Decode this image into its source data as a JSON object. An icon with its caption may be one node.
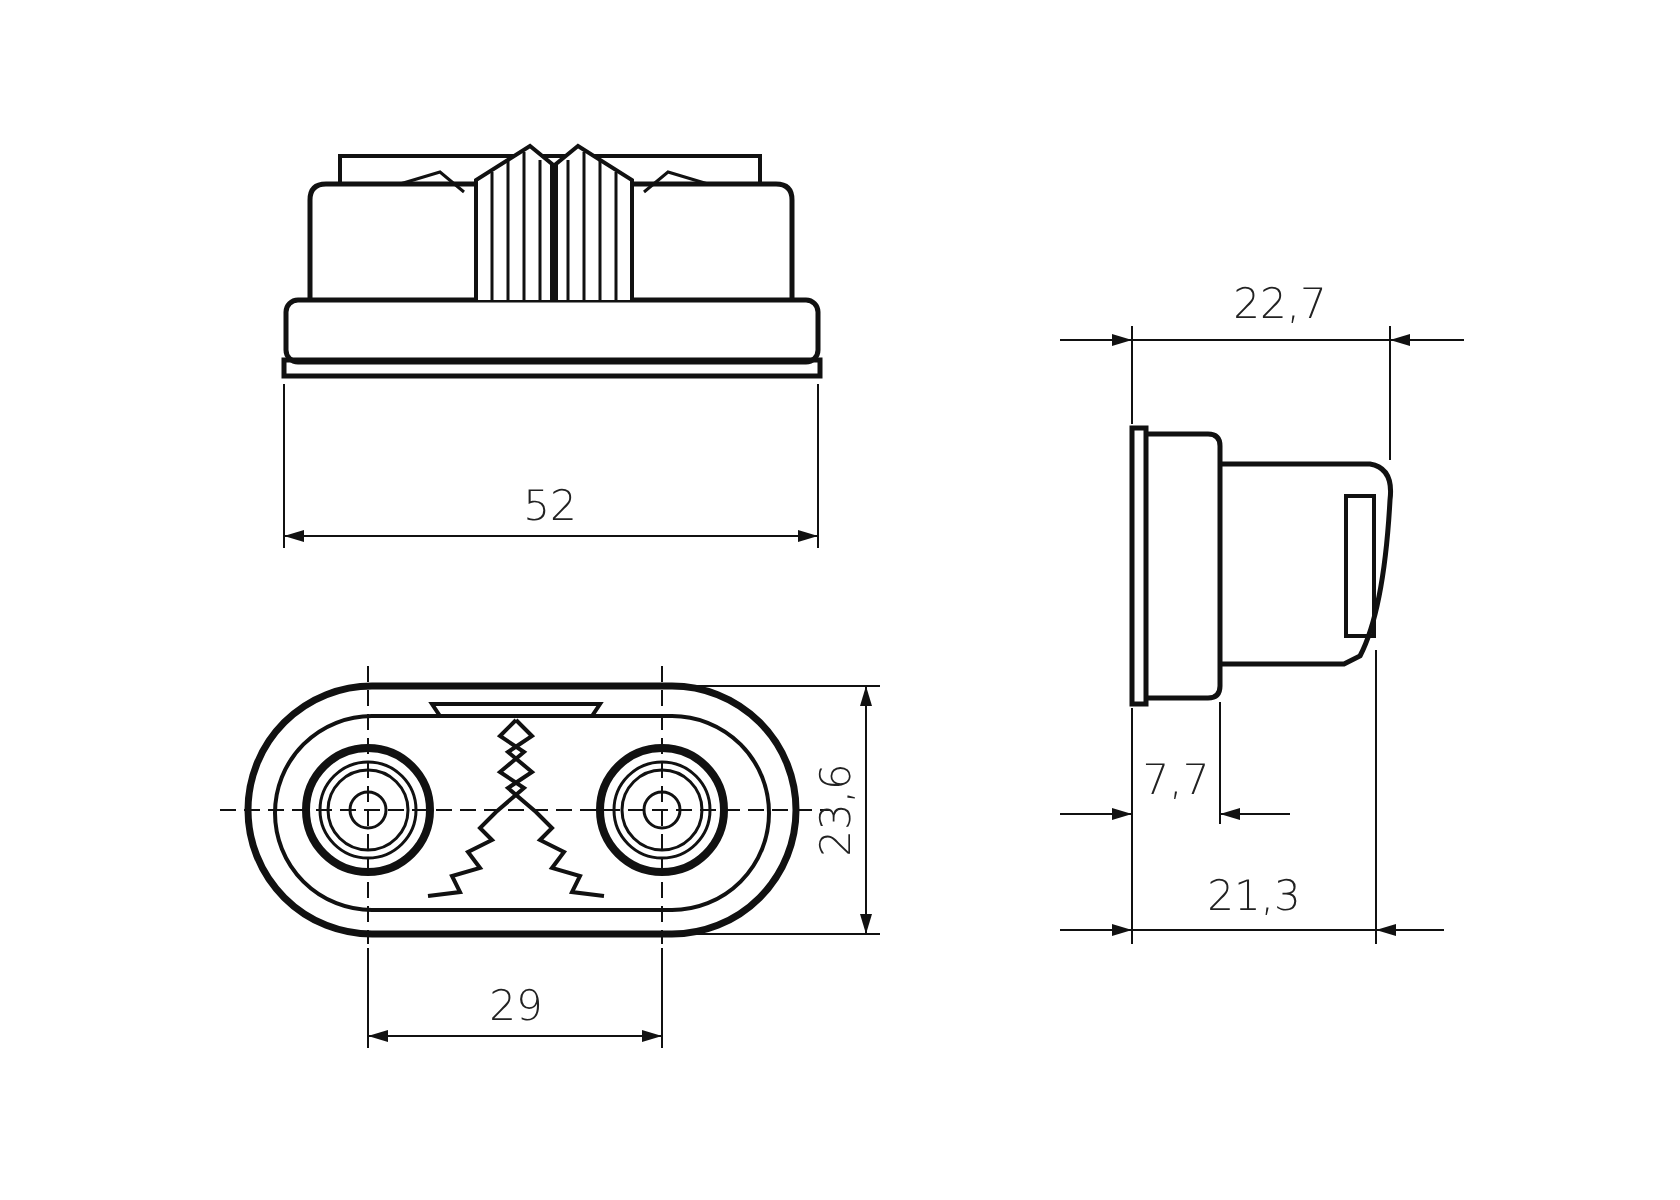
{
  "diagram": {
    "labels": [
      "22,7",
      "52",
      "7,7",
      "23,6",
      "21,3",
      "29"
    ]
  }
}
